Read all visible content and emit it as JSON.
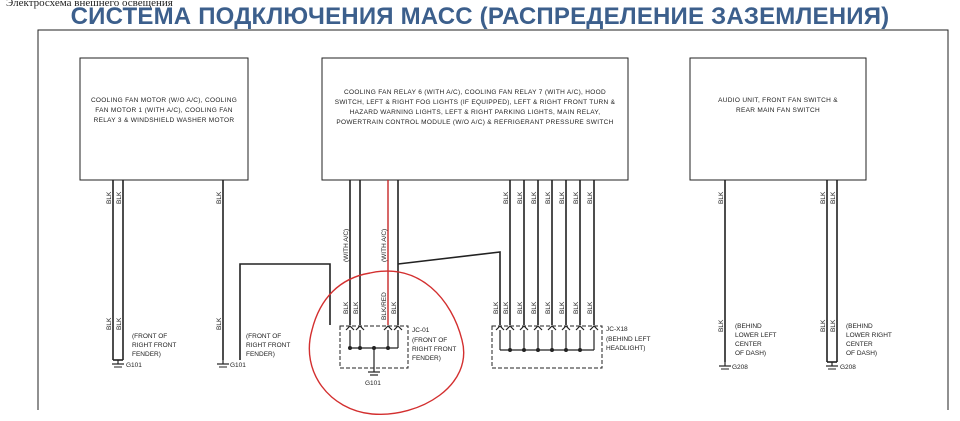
{
  "header": {
    "caption": "Электросхема внешнего освещения",
    "title": "СИСТЕМА ПОДКЛЮЧЕНИЯ МАСС (РАСПРЕДЕЛЕНИЕ ЗАЗЕМЛЕНИЯ)"
  },
  "boxes": {
    "left": "COOLING FAN MOTOR (W/O A/C), COOLING FAN MOTOR 1 (WITH A/C), COOLING FAN RELAY 3 & WINDSHIELD WASHER MOTOR",
    "center": "COOLING FAN RELAY 6 (WITH A/C), COOLING FAN RELAY 7 (WITH A/C), HOOD SWITCH, LEFT & RIGHT FOG LIGHTS (IF EQUIPPED), LEFT & RIGHT FRONT TURN & HAZARD WARNING LIGHTS, LEFT & RIGHT PARKING LIGHTS, MAIN RELAY, POWERTRAIN CONTROL MODULE (W/O A/C) & REFRIGERANT PRESSURE SWITCH",
    "right": "AUDIO UNIT, FRONT FAN SWITCH & REAR MAIN FAN SWITCH"
  },
  "wires": {
    "blk": "BLK",
    "blk_red": "BLK/RED",
    "with_ac": "(WITH A/C)"
  },
  "grounds": {
    "g101_loc": "(FRONT OF\nRIGHT FRONT\nFENDER)",
    "g101_loc2": "(FRONT OF\nRIGHT FRONT\nFENDER)",
    "g101": "G101",
    "jc01": "JC-01",
    "jc01_loc": "(FRONT OF\nRIGHT FRONT\nFENDER)",
    "jcx18": "JC-X18",
    "jcx18_loc": "(BEHIND LEFT\nHEADLIGHT)",
    "g208_left_loc": "(BEHIND\nLOWER LEFT\nCENTER\nOF DASH)",
    "g208_right_loc": "(BEHIND\nLOWER RIGHT\nCENTER\nOF DASH)",
    "g208": "G208"
  },
  "colors": {
    "title": "#3c5f8c",
    "wire": "#222222",
    "highlight_wire": "#c62828",
    "circle": "#d32f2f"
  }
}
